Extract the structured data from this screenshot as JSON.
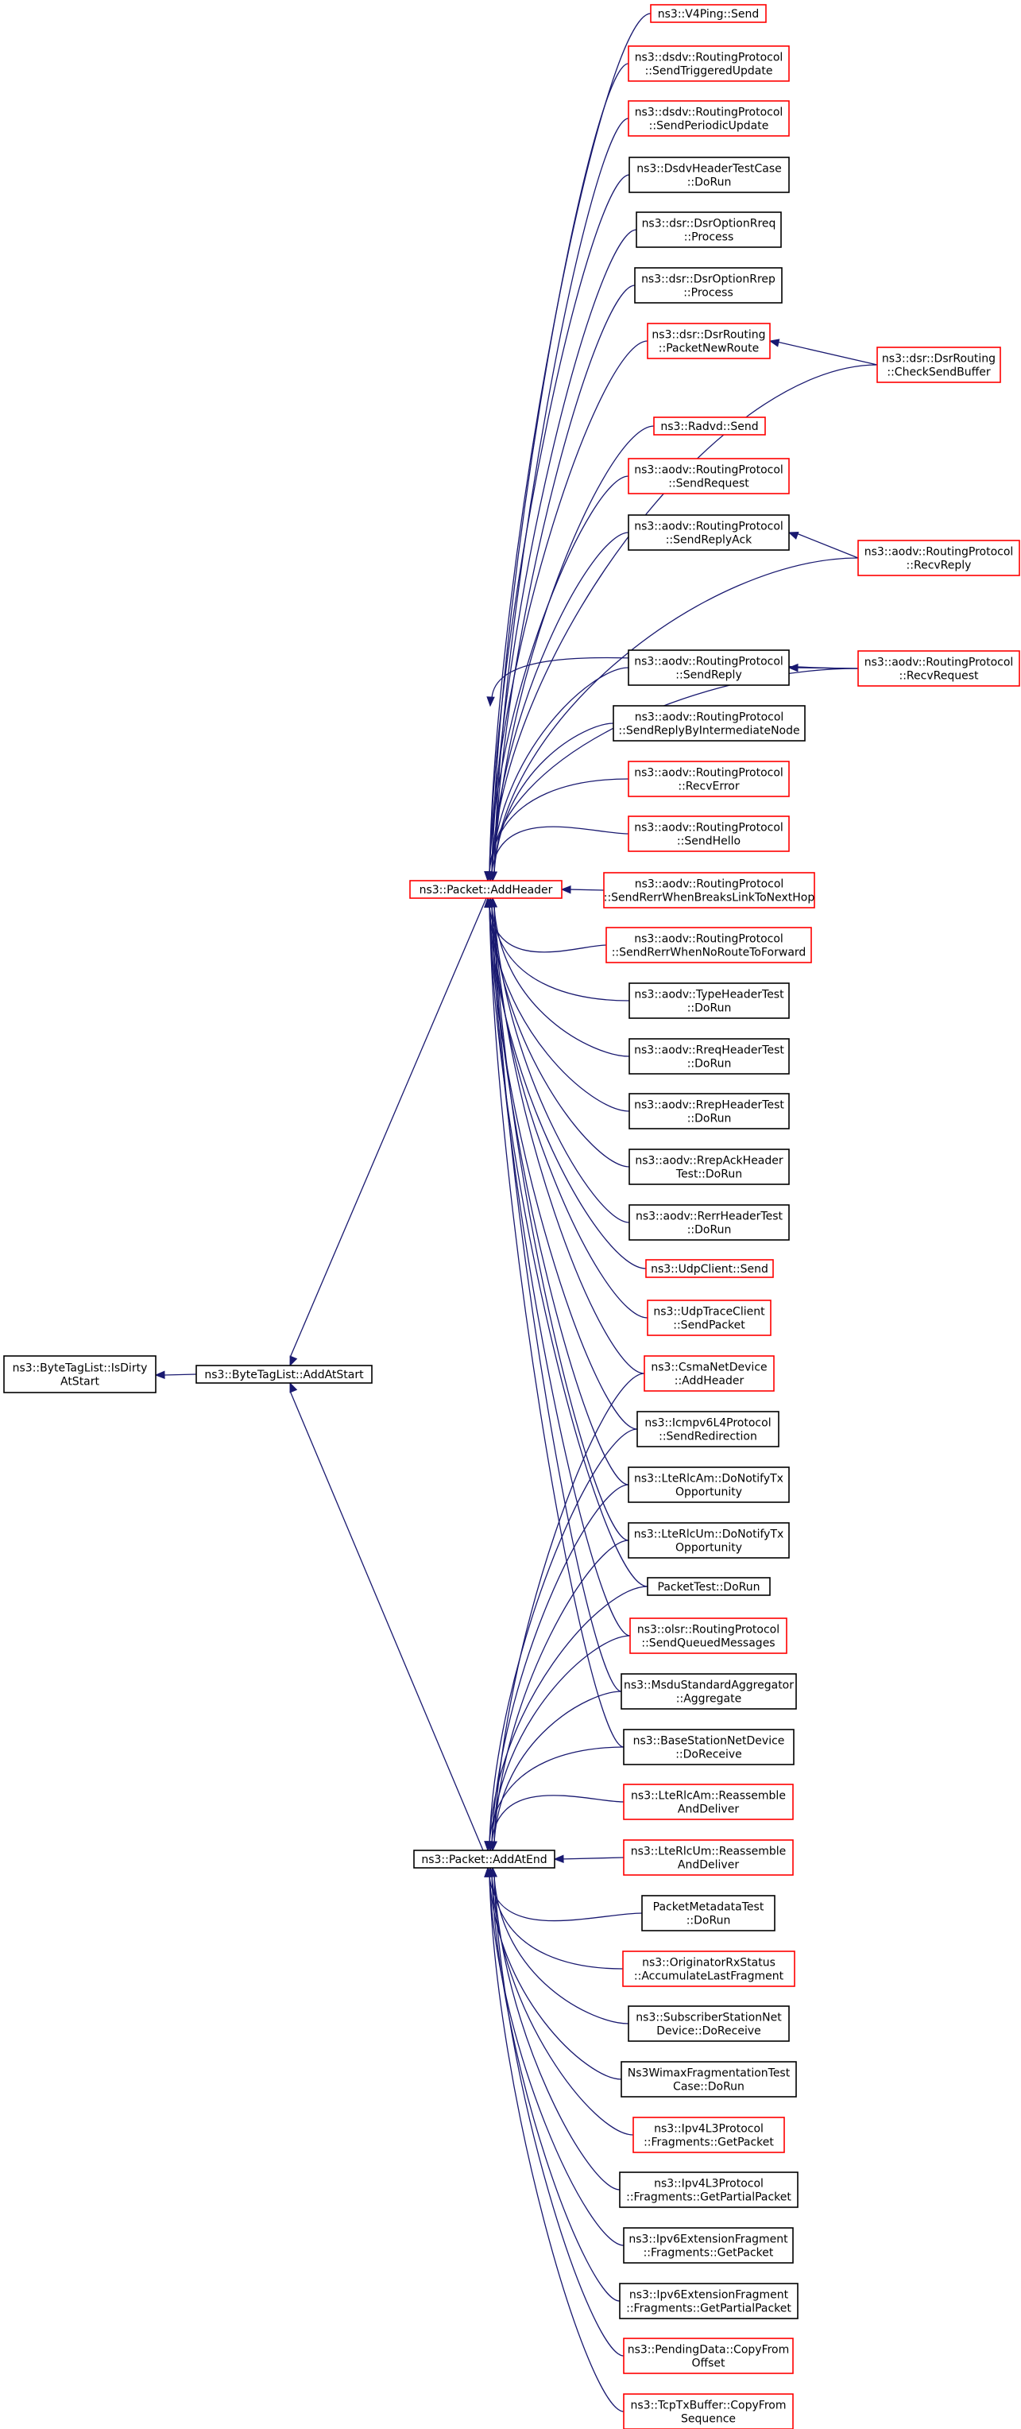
{
  "colors": {
    "edge": "#191970",
    "border_normal": "#000000",
    "border_truncated": "#ff0000",
    "root_fill": "#bfbfbf",
    "node_fill": "#ffffff"
  },
  "nodes": [
    {
      "id": "root",
      "lines": [
        "ns3::ByteTagList::IsDirty",
        "AtStart"
      ],
      "border": "normal",
      "root": true
    },
    {
      "id": "addatstart",
      "lines": [
        "ns3::ByteTagList::AddAtStart"
      ],
      "border": "normal"
    },
    {
      "id": "addheader",
      "lines": [
        "ns3::Packet::AddHeader"
      ],
      "border": "truncated"
    },
    {
      "id": "addatend",
      "lines": [
        "ns3::Packet::AddAtEnd"
      ],
      "border": "normal"
    },
    {
      "id": "h1",
      "lines": [
        "ns3::V4Ping::Send"
      ],
      "border": "truncated"
    },
    {
      "id": "h2",
      "lines": [
        "ns3::dsdv::RoutingProtocol",
        "::SendTriggeredUpdate"
      ],
      "border": "truncated"
    },
    {
      "id": "h3",
      "lines": [
        "ns3::dsdv::RoutingProtocol",
        "::SendPeriodicUpdate"
      ],
      "border": "truncated"
    },
    {
      "id": "h4",
      "lines": [
        "ns3::DsdvHeaderTestCase",
        "::DoRun"
      ],
      "border": "normal"
    },
    {
      "id": "h5",
      "lines": [
        "ns3::dsr::DsrOptionRreq",
        "::Process"
      ],
      "border": "normal"
    },
    {
      "id": "h6",
      "lines": [
        "ns3::dsr::DsrOptionRrep",
        "::Process"
      ],
      "border": "normal"
    },
    {
      "id": "h7",
      "lines": [
        "ns3::dsr::DsrRouting",
        "::PacketNewRoute"
      ],
      "border": "truncated"
    },
    {
      "id": "r1",
      "lines": [
        "ns3::dsr::DsrRouting",
        "::CheckSendBuffer"
      ],
      "border": "truncated"
    },
    {
      "id": "h8",
      "lines": [
        "ns3::Radvd::Send"
      ],
      "border": "truncated"
    },
    {
      "id": "h9",
      "lines": [
        "ns3::aodv::RoutingProtocol",
        "::SendRequest"
      ],
      "border": "truncated"
    },
    {
      "id": "h10",
      "lines": [
        "ns3::aodv::RoutingProtocol",
        "::SendReplyAck"
      ],
      "border": "normal"
    },
    {
      "id": "r2",
      "lines": [
        "ns3::aodv::RoutingProtocol",
        "::RecvReply"
      ],
      "border": "truncated"
    },
    {
      "id": "h11",
      "lines": [
        "ns3::aodv::RoutingProtocol",
        "::SendReply"
      ],
      "border": "normal"
    },
    {
      "id": "r3",
      "lines": [
        "ns3::aodv::RoutingProtocol",
        "::RecvRequest"
      ],
      "border": "truncated"
    },
    {
      "id": "h12",
      "lines": [
        "ns3::aodv::RoutingProtocol",
        "::SendReplyByIntermediateNode"
      ],
      "border": "normal"
    },
    {
      "id": "h13",
      "lines": [
        "ns3::aodv::RoutingProtocol",
        "::RecvError"
      ],
      "border": "truncated"
    },
    {
      "id": "h14",
      "lines": [
        "ns3::aodv::RoutingProtocol",
        "::SendHello"
      ],
      "border": "truncated"
    },
    {
      "id": "h15",
      "lines": [
        "ns3::aodv::RoutingProtocol",
        "::SendRerrWhenBreaksLinkToNextHop"
      ],
      "border": "truncated"
    },
    {
      "id": "h16",
      "lines": [
        "ns3::aodv::RoutingProtocol",
        "::SendRerrWhenNoRouteToForward"
      ],
      "border": "truncated"
    },
    {
      "id": "h17",
      "lines": [
        "ns3::aodv::TypeHeaderTest",
        "::DoRun"
      ],
      "border": "normal"
    },
    {
      "id": "h18",
      "lines": [
        "ns3::aodv::RreqHeaderTest",
        "::DoRun"
      ],
      "border": "normal"
    },
    {
      "id": "h19",
      "lines": [
        "ns3::aodv::RrepHeaderTest",
        "::DoRun"
      ],
      "border": "normal"
    },
    {
      "id": "h20",
      "lines": [
        "ns3::aodv::RrepAckHeader",
        "Test::DoRun"
      ],
      "border": "normal"
    },
    {
      "id": "h21",
      "lines": [
        "ns3::aodv::RerrHeaderTest",
        "::DoRun"
      ],
      "border": "normal"
    },
    {
      "id": "h22",
      "lines": [
        "ns3::UdpClient::Send"
      ],
      "border": "truncated"
    },
    {
      "id": "h23",
      "lines": [
        "ns3::UdpTraceClient",
        "::SendPacket"
      ],
      "border": "truncated"
    },
    {
      "id": "h24",
      "lines": [
        "ns3::CsmaNetDevice",
        "::AddHeader"
      ],
      "border": "truncated"
    },
    {
      "id": "m1",
      "lines": [
        "ns3::Icmpv6L4Protocol",
        "::SendRedirection"
      ],
      "border": "normal"
    },
    {
      "id": "m2",
      "lines": [
        "ns3::LteRlcAm::DoNotifyTx",
        "Opportunity"
      ],
      "border": "normal"
    },
    {
      "id": "m3",
      "lines": [
        "ns3::LteRlcUm::DoNotifyTx",
        "Opportunity"
      ],
      "border": "normal"
    },
    {
      "id": "m4",
      "lines": [
        "PacketTest::DoRun"
      ],
      "border": "normal"
    },
    {
      "id": "m5",
      "lines": [
        "ns3::olsr::RoutingProtocol",
        "::SendQueuedMessages"
      ],
      "border": "truncated"
    },
    {
      "id": "m6",
      "lines": [
        "ns3::MsduStandardAggregator",
        "::Aggregate"
      ],
      "border": "normal"
    },
    {
      "id": "m7",
      "lines": [
        "ns3::BaseStationNetDevice",
        "::DoReceive"
      ],
      "border": "normal"
    },
    {
      "id": "e1",
      "lines": [
        "ns3::LteRlcAm::Reassemble",
        "AndDeliver"
      ],
      "border": "truncated"
    },
    {
      "id": "e2",
      "lines": [
        "ns3::LteRlcUm::Reassemble",
        "AndDeliver"
      ],
      "border": "truncated"
    },
    {
      "id": "e3",
      "lines": [
        "PacketMetadataTest",
        "::DoRun"
      ],
      "border": "normal"
    },
    {
      "id": "e4",
      "lines": [
        "ns3::OriginatorRxStatus",
        "::AccumulateLastFragment"
      ],
      "border": "truncated"
    },
    {
      "id": "e5",
      "lines": [
        "ns3::SubscriberStationNet",
        "Device::DoReceive"
      ],
      "border": "normal"
    },
    {
      "id": "e6",
      "lines": [
        "Ns3WimaxFragmentationTest",
        "Case::DoRun"
      ],
      "border": "normal"
    },
    {
      "id": "e7",
      "lines": [
        "ns3::Ipv4L3Protocol",
        "::Fragments::GetPacket"
      ],
      "border": "truncated"
    },
    {
      "id": "e8",
      "lines": [
        "ns3::Ipv4L3Protocol",
        "::Fragments::GetPartialPacket"
      ],
      "border": "normal"
    },
    {
      "id": "e9",
      "lines": [
        "ns3::Ipv6ExtensionFragment",
        "::Fragments::GetPacket"
      ],
      "border": "normal"
    },
    {
      "id": "e10",
      "lines": [
        "ns3::Ipv6ExtensionFragment",
        "::Fragments::GetPartialPacket"
      ],
      "border": "normal"
    },
    {
      "id": "e11",
      "lines": [
        "ns3::PendingData::CopyFrom",
        "Offset"
      ],
      "border": "truncated"
    },
    {
      "id": "e12",
      "lines": [
        "ns3::TcpTxBuffer::CopyFrom",
        "Sequence"
      ],
      "border": "truncated"
    }
  ],
  "edges": [
    {
      "from": "addatstart",
      "to": "root"
    },
    {
      "from": "addheader",
      "to": "addatstart"
    },
    {
      "from": "addatend",
      "to": "addatstart"
    },
    {
      "from": "h1",
      "to": "addheader"
    },
    {
      "from": "h2",
      "to": "addheader"
    },
    {
      "from": "h3",
      "to": "addheader"
    },
    {
      "from": "h4",
      "to": "addheader"
    },
    {
      "from": "h5",
      "to": "addheader"
    },
    {
      "from": "h6",
      "to": "addheader"
    },
    {
      "from": "h7",
      "to": "addheader"
    },
    {
      "from": "r1",
      "to": "addheader"
    },
    {
      "from": "h8",
      "to": "addheader"
    },
    {
      "from": "h9",
      "to": "addheader"
    },
    {
      "from": "h10",
      "to": "addheader"
    },
    {
      "from": "r2",
      "to": "addheader"
    },
    {
      "from": "r3",
      "to": "addheader"
    },
    {
      "from": "h11",
      "to": "addheader"
    },
    {
      "from": "h12",
      "to": "addheader"
    },
    {
      "from": "h13",
      "to": "addheader"
    },
    {
      "from": "h14",
      "to": "addheader"
    },
    {
      "from": "h15",
      "to": "addheader"
    },
    {
      "from": "h16",
      "to": "addheader"
    },
    {
      "from": "h17",
      "to": "addheader"
    },
    {
      "from": "h18",
      "to": "addheader"
    },
    {
      "from": "h19",
      "to": "addheader"
    },
    {
      "from": "h20",
      "to": "addheader"
    },
    {
      "from": "h21",
      "to": "addheader"
    },
    {
      "from": "h22",
      "to": "addheader"
    },
    {
      "from": "h23",
      "to": "addheader"
    },
    {
      "from": "h24",
      "to": "addheader"
    },
    {
      "from": "m1",
      "to": "addheader"
    },
    {
      "from": "m2",
      "to": "addheader"
    },
    {
      "from": "m3",
      "to": "addheader"
    },
    {
      "from": "m4",
      "to": "addheader"
    },
    {
      "from": "m5",
      "to": "addheader"
    },
    {
      "from": "m6",
      "to": "addheader"
    },
    {
      "from": "m7",
      "to": "addheader"
    },
    {
      "from": "r1",
      "to": "h7"
    },
    {
      "from": "r2",
      "to": "h10"
    },
    {
      "from": "r3",
      "to": "h11"
    },
    {
      "from": "r3",
      "to": "h12"
    },
    {
      "from": "h24",
      "to": "addatend"
    },
    {
      "from": "m1",
      "to": "addatend"
    },
    {
      "from": "m2",
      "to": "addatend"
    },
    {
      "from": "m3",
      "to": "addatend"
    },
    {
      "from": "m4",
      "to": "addatend"
    },
    {
      "from": "m5",
      "to": "addatend"
    },
    {
      "from": "m6",
      "to": "addatend"
    },
    {
      "from": "m7",
      "to": "addatend"
    },
    {
      "from": "e1",
      "to": "addatend"
    },
    {
      "from": "e2",
      "to": "addatend"
    },
    {
      "from": "e3",
      "to": "addatend"
    },
    {
      "from": "e4",
      "to": "addatend"
    },
    {
      "from": "e5",
      "to": "addatend"
    },
    {
      "from": "e6",
      "to": "addatend"
    },
    {
      "from": "e7",
      "to": "addatend"
    },
    {
      "from": "e8",
      "to": "addatend"
    },
    {
      "from": "e9",
      "to": "addatend"
    },
    {
      "from": "e10",
      "to": "addatend"
    },
    {
      "from": "e11",
      "to": "addatend"
    },
    {
      "from": "e12",
      "to": "addatend"
    }
  ]
}
